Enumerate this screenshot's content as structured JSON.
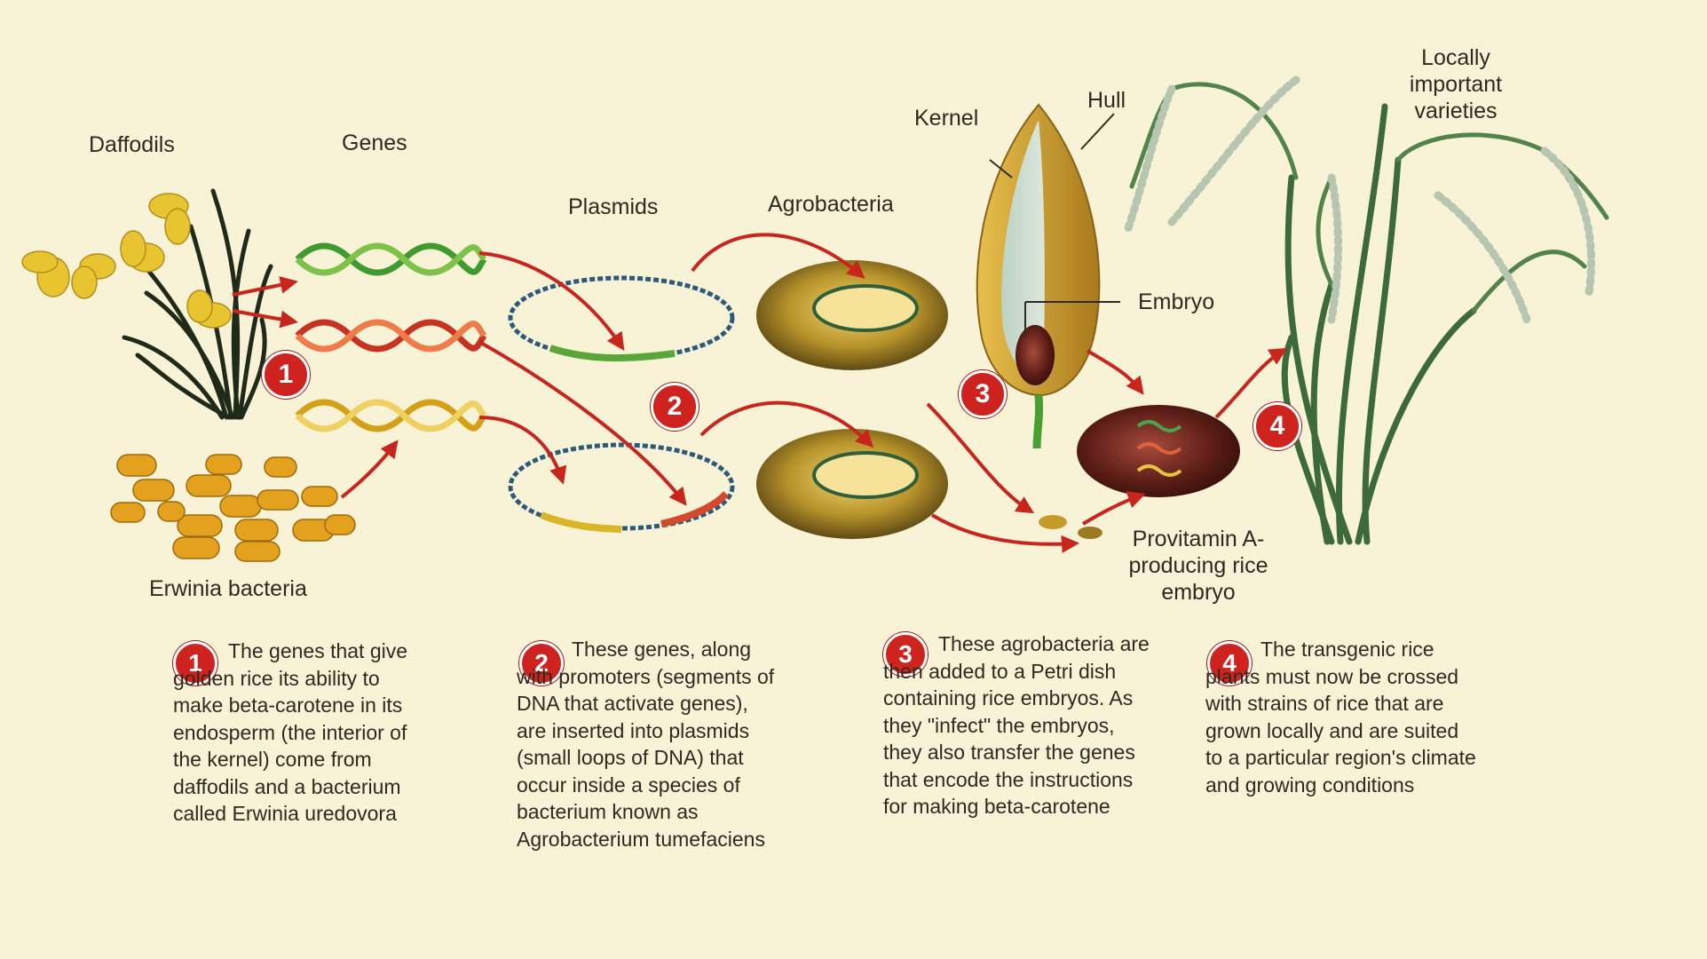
{
  "labels": {
    "daffodils": "Daffodils",
    "genes": "Genes",
    "plasmids": "Plasmids",
    "agrobacteria": "Agrobacteria",
    "kernel": "Kernel",
    "hull": "Hull",
    "embryo": "Embryo",
    "locally_important": "Locally important varieties",
    "erwinia": "Erwinia bacteria",
    "provitamin": "Provitamin A-producing rice embryo"
  },
  "steps": [
    {
      "num": "1",
      "text": "The genes that give golden rice its ability to make beta-carotene in its endosperm (the interior of the kernel) come from daffodils and a bacterium called Erwinia uredovora"
    },
    {
      "num": "2",
      "text": "These genes, along with promoters (segments of DNA that activate genes), are inserted into plasmids (small loops of DNA) that occur inside a species of bacterium known as Agrobacterium tumefaciens"
    },
    {
      "num": "3",
      "text": "These agrobacteria are then added to a Petri dish containing rice embryos. As they \"infect\" the embryos, they also transfer the genes that encode the instructions for making beta-carotene"
    },
    {
      "num": "4",
      "text": "The transgenic rice plants must now be crossed with strains of rice that are grown locally and are suited to a particular region's climate and growing conditions"
    }
  ],
  "colors": {
    "background": "#f8f2d6",
    "badge": "#cf2320",
    "arrow": "#c8251c",
    "gene_green": "#3f9a2f",
    "gene_red": "#d8472c",
    "gene_yellow": "#e2b62a"
  }
}
